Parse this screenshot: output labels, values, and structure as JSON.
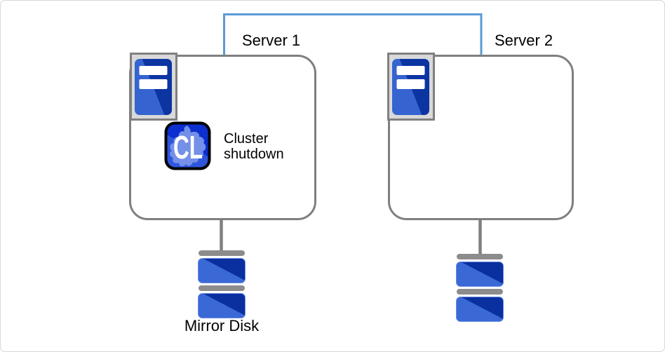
{
  "servers": [
    {
      "label": "Server 1"
    },
    {
      "label": "Server 2"
    }
  ],
  "badge": {
    "letters": "CL",
    "caption": "Cluster shutdown"
  },
  "disks": [
    {
      "label": "Mirror Disk"
    },
    {
      "label": ""
    }
  ],
  "colors": {
    "accent_blue": "#5B9BD5",
    "line_gray": "#808080",
    "box_border_gray": "#7F7F7F",
    "panel_gray": "#D9D9D9",
    "bar_gray": "#8C8C8C",
    "disk_blue_light": "#3A69D6",
    "disk_blue_dark": "#0A309F",
    "tower_blue_light": "#3564D0",
    "tower_blue_dark": "#0C35A2",
    "cl_bg_light": "#2E55DC",
    "cl_bg_dark": "#0C2FD0",
    "cl_blob": "#7490E8",
    "text_black": "#000000"
  }
}
